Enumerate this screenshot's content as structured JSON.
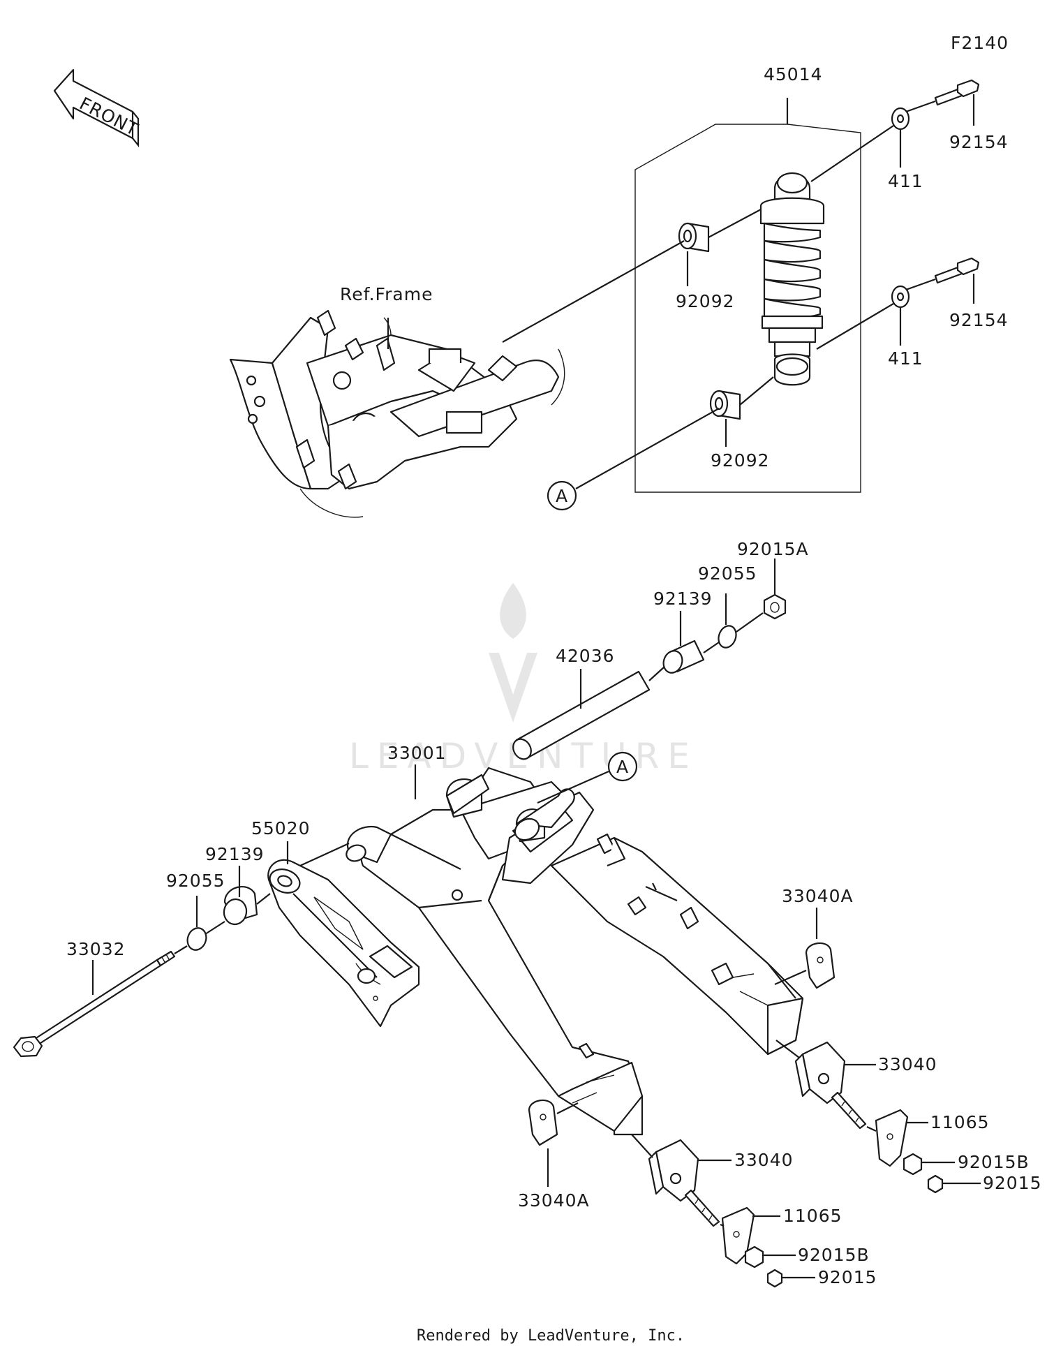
{
  "diagram_code": "F2140",
  "front_arrow_label": "FRONT",
  "frame_reference": "Ref.Frame",
  "watermark": "LEADVENTURE",
  "ref_marker": "A",
  "footer": "Rendered by LeadVenture, Inc.",
  "parts": {
    "shock_absorber": "45014",
    "collar_upper": "92092",
    "collar_lower": "92092",
    "bolt_upper": "92154",
    "bolt_lower": "92154",
    "washer_upper": "411",
    "washer_lower": "411",
    "nut_pivot": "92015A",
    "oring_right": "92055",
    "bushing_right": "92139",
    "pivot_sleeve": "42036",
    "swingarm": "33001",
    "chain_guide": "55020",
    "bushing_left": "92139",
    "oring_left": "92055",
    "pivot_shaft": "33032",
    "bracket_right": "33040A",
    "bracket_left": "33040A",
    "chain_adjuster_right": "33040",
    "chain_adjuster_left": "33040",
    "plate_right": "11065",
    "plate_left": "11065",
    "nut_b_right": "92015B",
    "nut_b_left": "92015B",
    "nut_right": "92015",
    "nut_left": "92015"
  }
}
